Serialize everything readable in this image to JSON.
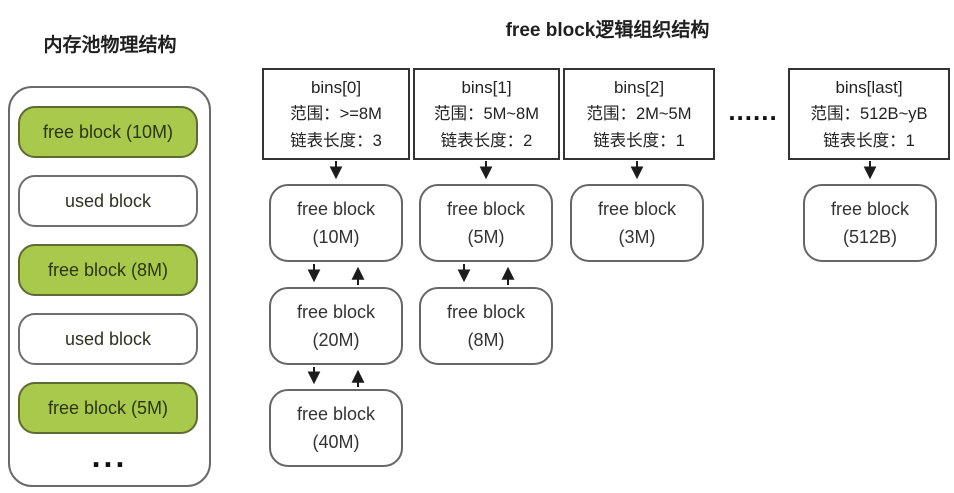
{
  "left_panel": {
    "title": "内存池物理结构",
    "blocks": [
      {
        "label": "free block (10M)",
        "type": "free"
      },
      {
        "label": "used block",
        "type": "used"
      },
      {
        "label": "free block (8M)",
        "type": "free"
      },
      {
        "label": "used block",
        "type": "used"
      },
      {
        "label": "free block (5M)",
        "type": "free"
      }
    ],
    "ellipsis": "..."
  },
  "right_panel": {
    "title": "free block逻辑组织结构",
    "bins": [
      {
        "name": "bins[0]",
        "range": "范围：>=8M",
        "list_length": "链表长度：3"
      },
      {
        "name": "bins[1]",
        "range": "范围：5M~8M",
        "list_length": "链表长度：2"
      },
      {
        "name": "bins[2]",
        "range": "范围：2M~5M",
        "list_length": "链表长度：1"
      },
      {
        "name": "bins[last]",
        "range": "范围：512B~yB",
        "list_length": "链表长度：1"
      }
    ],
    "ellipsis": "......",
    "chains": [
      {
        "bin": "bins[0]",
        "nodes": [
          {
            "line1": "free block",
            "line2": "(10M)"
          },
          {
            "line1": "free block",
            "line2": "(20M)"
          },
          {
            "line1": "free block",
            "line2": "(40M)"
          }
        ]
      },
      {
        "bin": "bins[1]",
        "nodes": [
          {
            "line1": "free block",
            "line2": "(5M)"
          },
          {
            "line1": "free block",
            "line2": "(8M)"
          }
        ]
      },
      {
        "bin": "bins[2]",
        "nodes": [
          {
            "line1": "free block",
            "line2": "(3M)"
          }
        ]
      },
      {
        "bin": "bins[last]",
        "nodes": [
          {
            "line1": "free block",
            "line2": "(512B)"
          }
        ]
      }
    ]
  },
  "colors": {
    "free_block_green": "#a8c94c",
    "block_border": "#6a6a6a",
    "bin_border": "#333333",
    "arrow": "#1c1c1c",
    "text": "#333333"
  }
}
